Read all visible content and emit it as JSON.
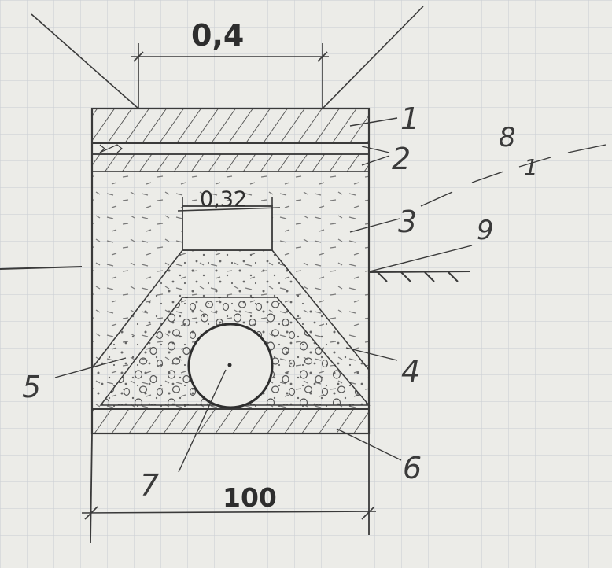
{
  "dimensions": {
    "top_width": "0,4",
    "inner_width": "0,32",
    "bottom_width": "100"
  },
  "callouts": [
    "1",
    "2",
    "3",
    "4",
    "5",
    "6",
    "7",
    "8",
    "9"
  ],
  "slope_mark": "1",
  "colors": {
    "paper": "#ecece8",
    "grid": "#c9cdd2",
    "ink": "#3a3a3a"
  }
}
